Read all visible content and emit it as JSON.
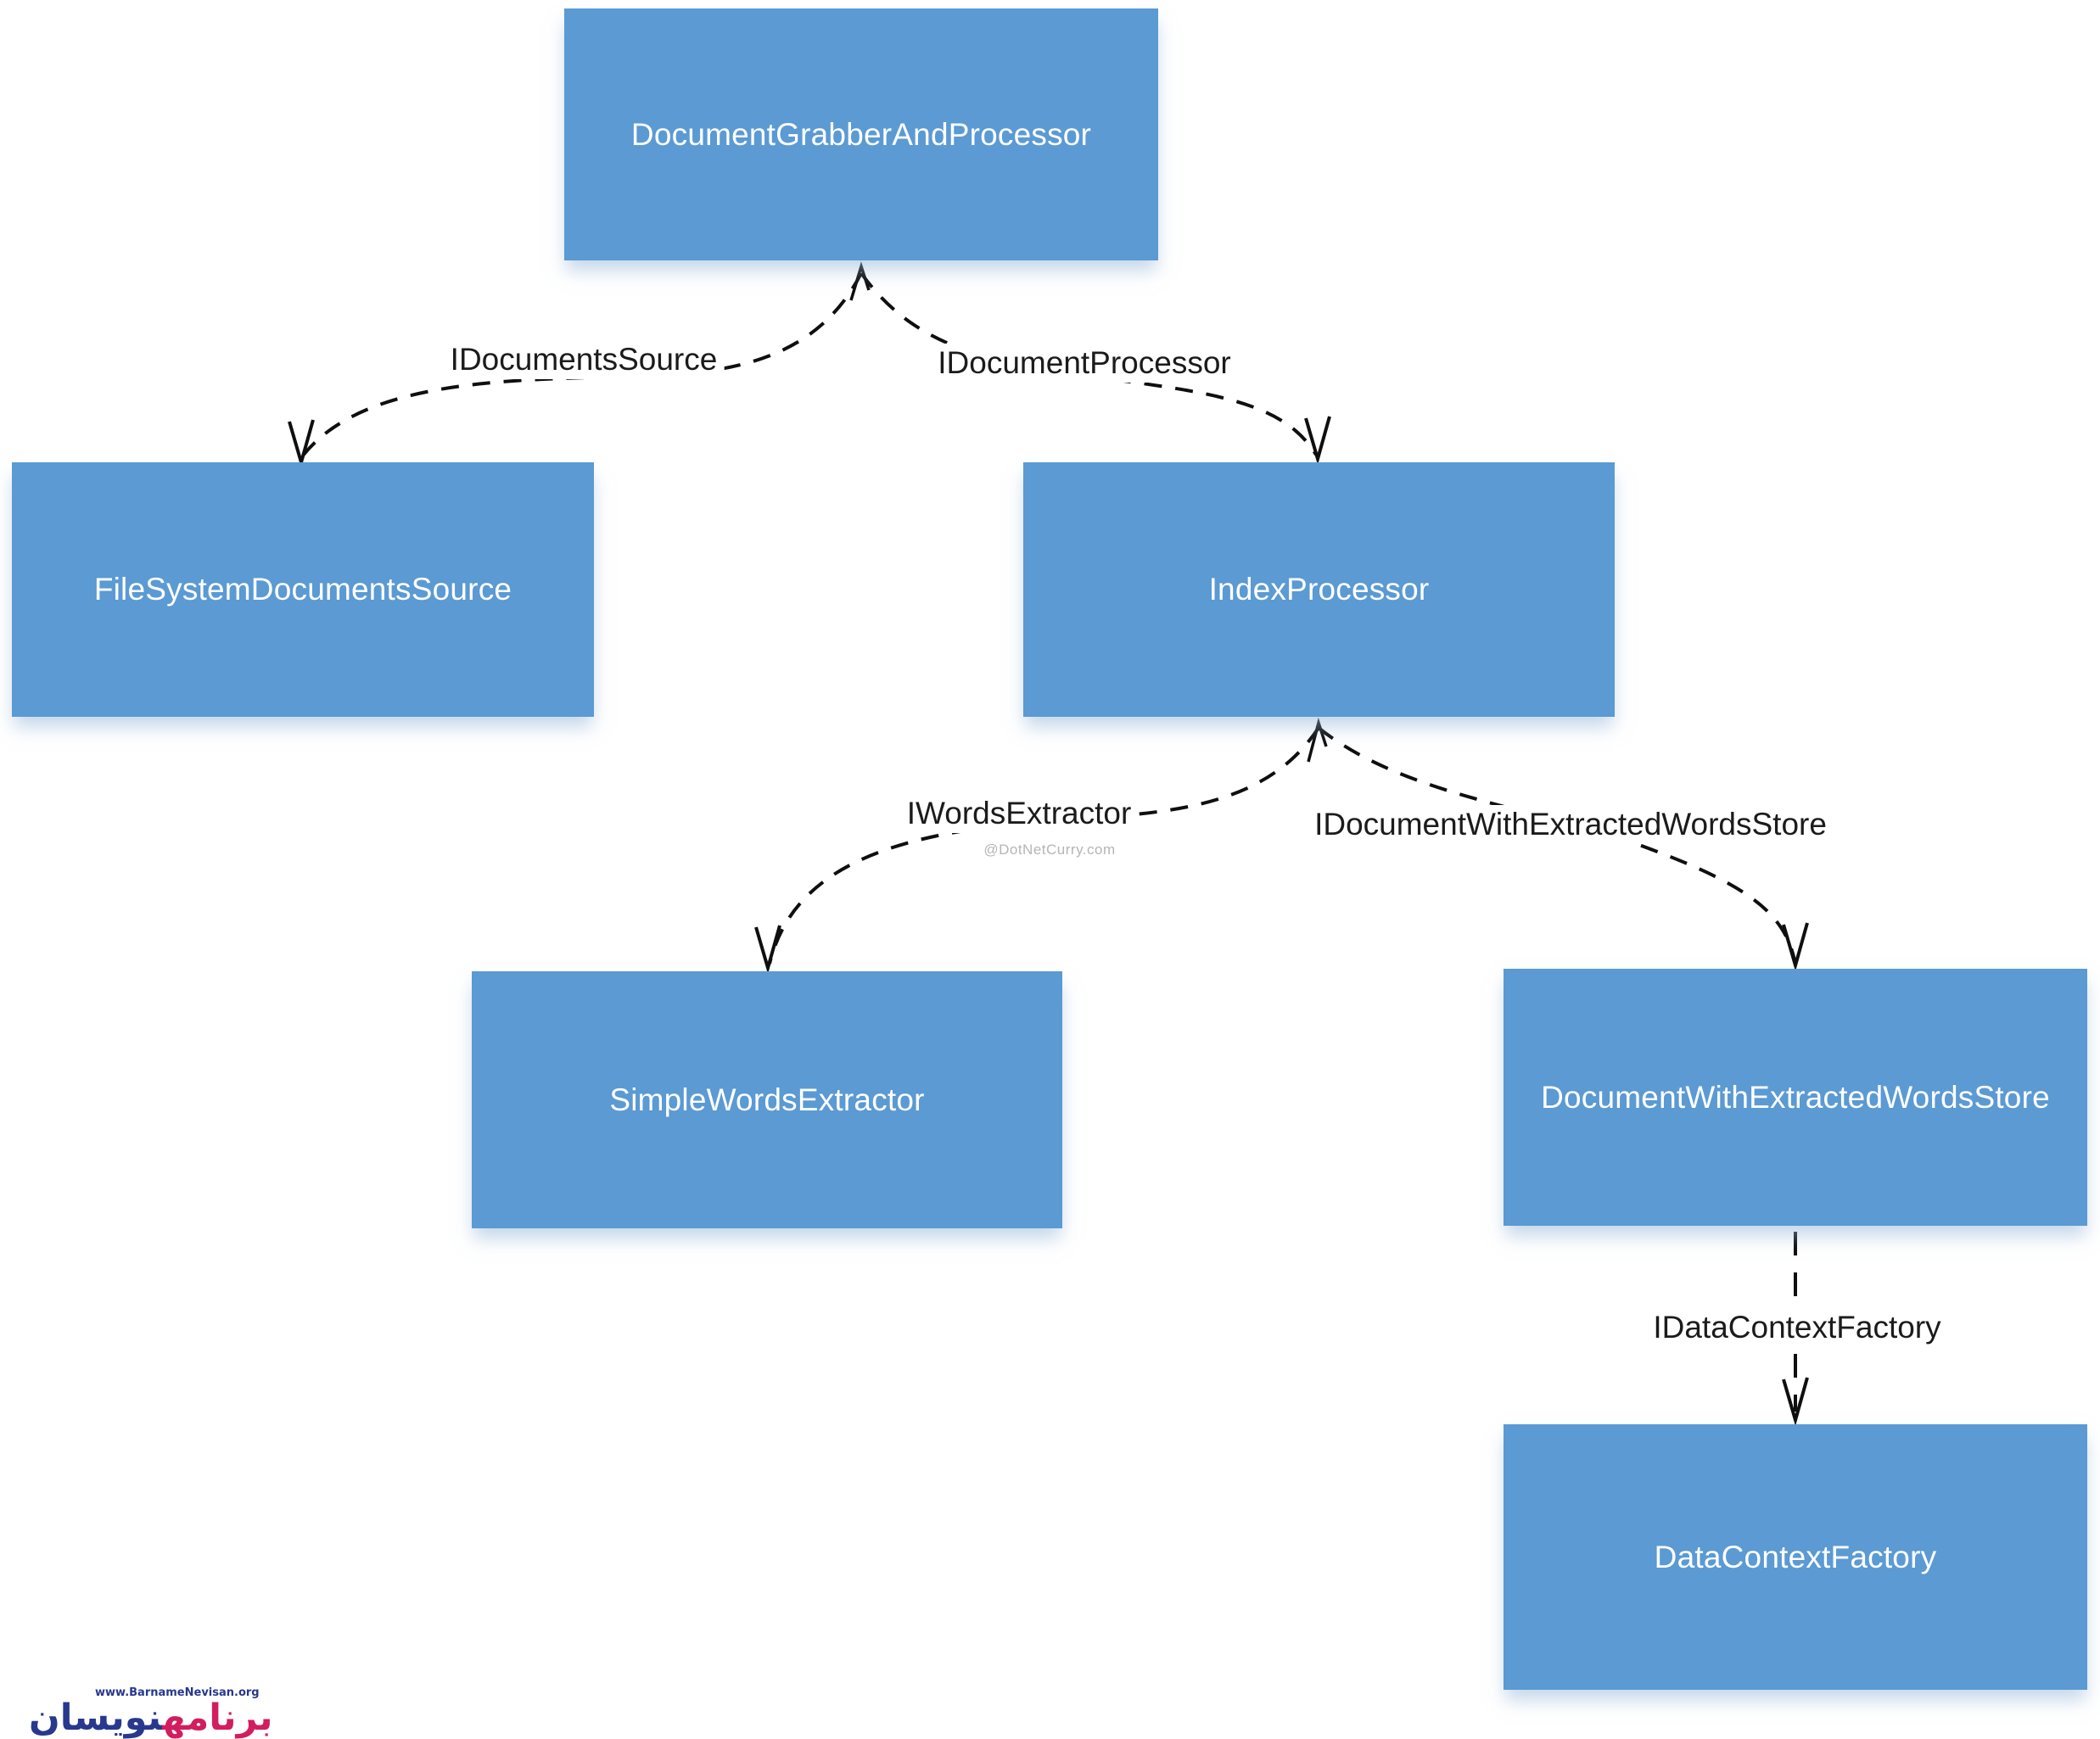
{
  "diagram": {
    "nodes": [
      {
        "id": "document-grabber",
        "label": "DocumentGrabberAndProcessor"
      },
      {
        "id": "filesystem-source",
        "label": "FileSystemDocumentsSource"
      },
      {
        "id": "index-processor",
        "label": "IndexProcessor"
      },
      {
        "id": "simple-words-extractor",
        "label": "SimpleWordsExtractor"
      },
      {
        "id": "doc-words-store",
        "label": "DocumentWithExtractedWordsStore"
      },
      {
        "id": "data-context-factory",
        "label": "DataContextFactory"
      }
    ],
    "edges": [
      {
        "from": "DocumentGrabberAndProcessor",
        "to": "FileSystemDocumentsSource",
        "label": "IDocumentsSource"
      },
      {
        "from": "DocumentGrabberAndProcessor",
        "to": "IndexProcessor",
        "label": "IDocumentProcessor"
      },
      {
        "from": "IndexProcessor",
        "to": "SimpleWordsExtractor",
        "label": "IWordsExtractor"
      },
      {
        "from": "IndexProcessor",
        "to": "DocumentWithExtractedWordsStore",
        "label": "IDocumentWithExtractedWordsStore"
      },
      {
        "from": "DocumentWithExtractedWordsStore",
        "to": "DataContextFactory",
        "label": "IDataContextFactory"
      }
    ],
    "colors": {
      "node_fill": "#5b9ad3",
      "node_text": "#ffffff",
      "edge_stroke": "#0f0f0f",
      "edge_label_text": "#1b1b1b",
      "watermark_text": "#b5b5b5",
      "logo_navy": "#27388d",
      "logo_crimson": "#d21e5e"
    }
  },
  "watermark": {
    "text": "@DotNetCurry.com"
  },
  "logo": {
    "url_text": "www.BarnameNevisan.org",
    "brand_right": "برنامه",
    "brand_left": "نویسان"
  }
}
